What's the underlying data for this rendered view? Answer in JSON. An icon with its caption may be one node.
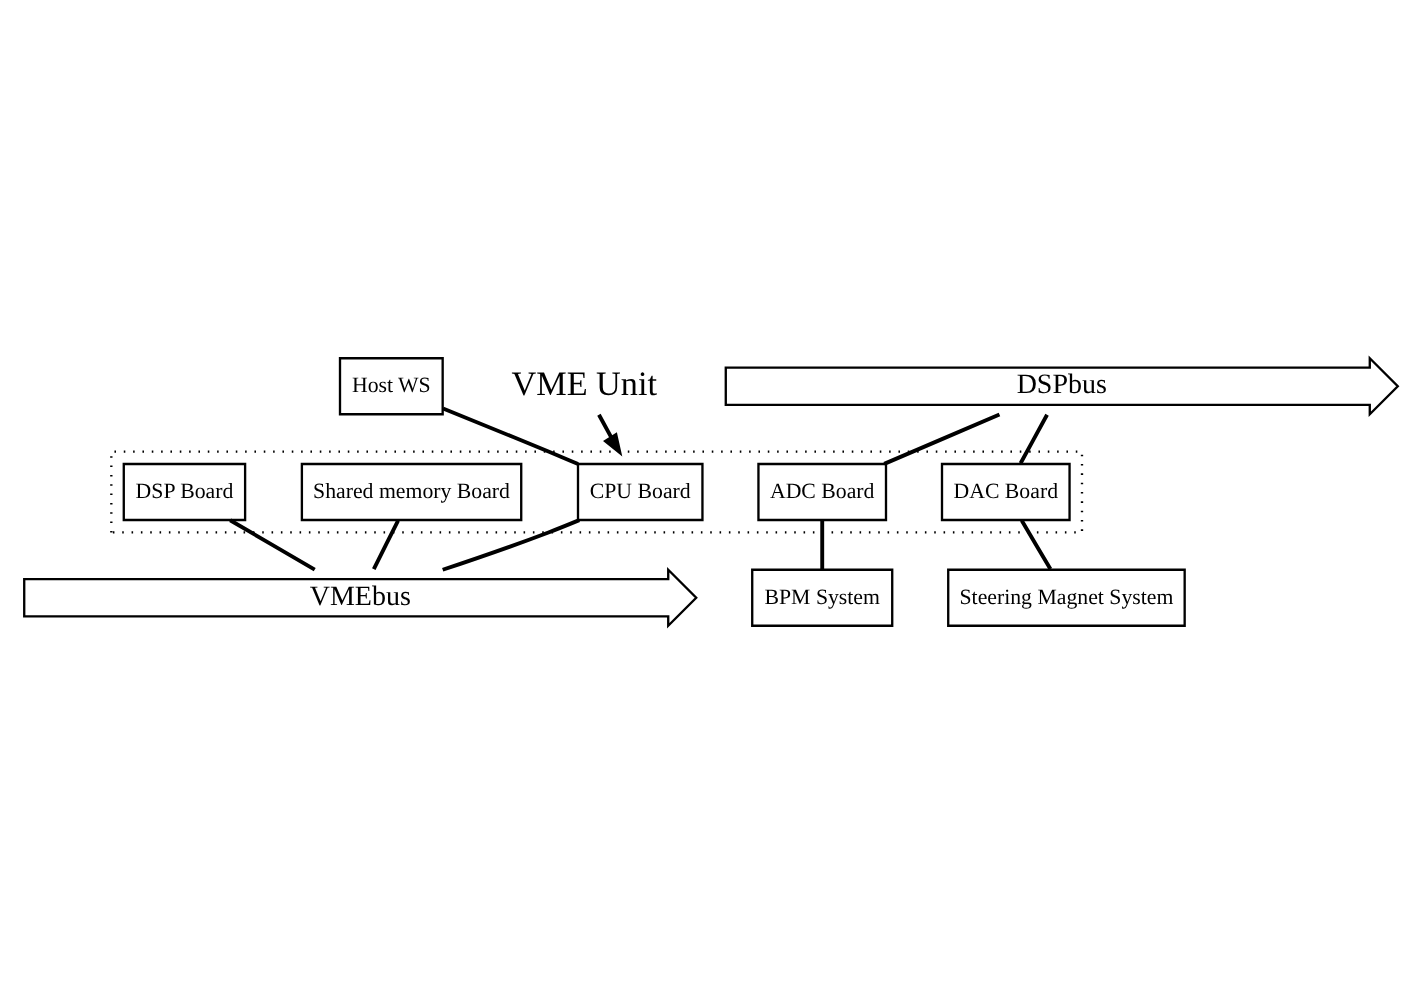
{
  "diagram": {
    "nodes": [
      {
        "text": [
          "Host WS"
        ]
      },
      {
        "text": [
          "VME Unit"
        ]
      },
      {
        "text": [],
        "shape": "box"
      },
      {
        "text": [
          "CPU Board"
        ],
        "in": 2
      },
      {
        "text": [
          "Shared memory Board"
        ],
        "in": 2
      },
      {
        "text": [
          "VMEbus"
        ]
      },
      {
        "text": [
          "DSPbus"
        ]
      },
      {
        "text": [
          "DSP Board"
        ],
        "in": 2
      },
      {
        "text": [
          "ADC Board"
        ],
        "in": 2
      },
      {
        "text": [
          "DAC Board"
        ],
        "in": 2
      },
      {
        "text": [
          "BPM System"
        ]
      },
      {
        "text": [
          "Steering Magnet System"
        ]
      }
    ],
    "edges": [
      {
        "from": 0,
        "to": 3,
        "arrow": "none"
      },
      {
        "from": 1,
        "to": 2,
        "arrow": "to"
      },
      {
        "from": 3,
        "to": 5,
        "arrow": "none"
      },
      {
        "from": 4,
        "to": 5,
        "arrow": "none"
      },
      {
        "from": 5,
        "to": 7,
        "arrow": "none"
      },
      {
        "from": 6,
        "to": 8,
        "arrow": "none"
      },
      {
        "from": 6,
        "to": 9,
        "arrow": "none"
      },
      {
        "from": 8,
        "to": 10,
        "arrow": "none"
      },
      {
        "from": 9,
        "to": 11,
        "arrow": "none"
      }
    ]
  }
}
